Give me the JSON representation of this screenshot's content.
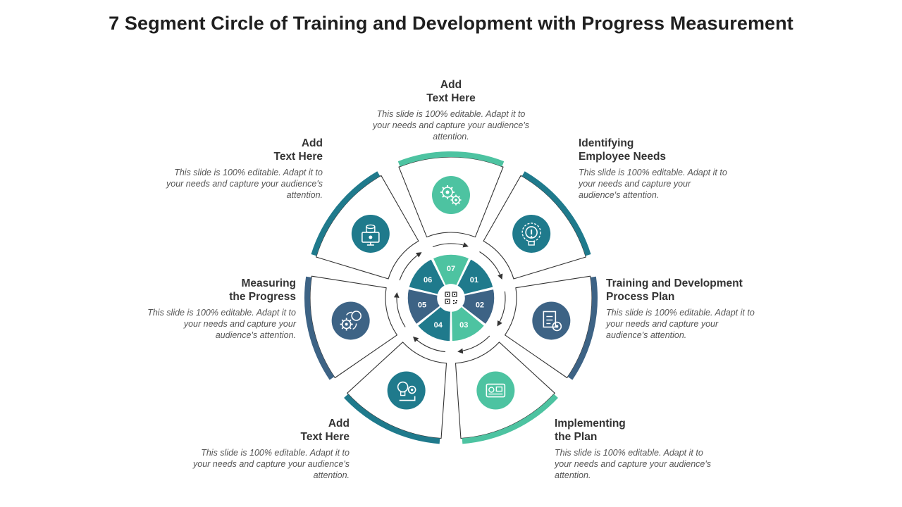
{
  "title": "7 Segment Circle of Training and Development with Progress Measurement",
  "colors": {
    "teal_light": "#4dc3a1",
    "teal_dark": "#1f7a8c",
    "slate_blue": "#3d6385",
    "outline": "#333333"
  },
  "segments": [
    {
      "number": "07",
      "icon": "gears-icon",
      "color": "#4dc3a1",
      "heading_lines": [
        "Add",
        "Text Here"
      ],
      "body": "This slide is 100% editable. Adapt it to your needs and capture your audience's attention."
    },
    {
      "number": "01",
      "icon": "lightbulb-target-icon",
      "color": "#1f7a8c",
      "heading_lines": [
        "Identifying",
        "Employee Needs"
      ],
      "body": "This slide is 100% editable. Adapt it to your needs and capture your audience's attention."
    },
    {
      "number": "02",
      "icon": "document-target-icon",
      "color": "#3d6385",
      "heading_lines": [
        "Training and Development",
        "Process Plan"
      ],
      "body": "This slide is 100% editable. Adapt it to your needs and capture your audience's attention."
    },
    {
      "number": "03",
      "icon": "blueprint-icon",
      "color": "#4dc3a1",
      "heading_lines": [
        "Implementing",
        "the Plan"
      ],
      "body": "This slide is 100% editable. Adapt it to your needs and capture your audience's attention."
    },
    {
      "number": "04",
      "icon": "idea-gear-icon",
      "color": "#1f7a8c",
      "heading_lines": [
        "Add",
        "Text Here"
      ],
      "body": "This slide is 100% editable. Adapt it to your needs and capture your audience's attention."
    },
    {
      "number": "05",
      "icon": "gear-cycle-icon",
      "color": "#3d6385",
      "heading_lines": [
        "Measuring",
        "the Progress"
      ],
      "body": "This slide is 100% editable. Adapt it to your needs and capture your audience's attention."
    },
    {
      "number": "06",
      "icon": "monitor-database-icon",
      "color": "#1f7a8c",
      "heading_lines": [
        "Add",
        "Text Here"
      ],
      "body": "This slide is 100% editable. Adapt it to your needs and capture your audience's attention."
    }
  ],
  "hub_icon": "qr-code-icon"
}
